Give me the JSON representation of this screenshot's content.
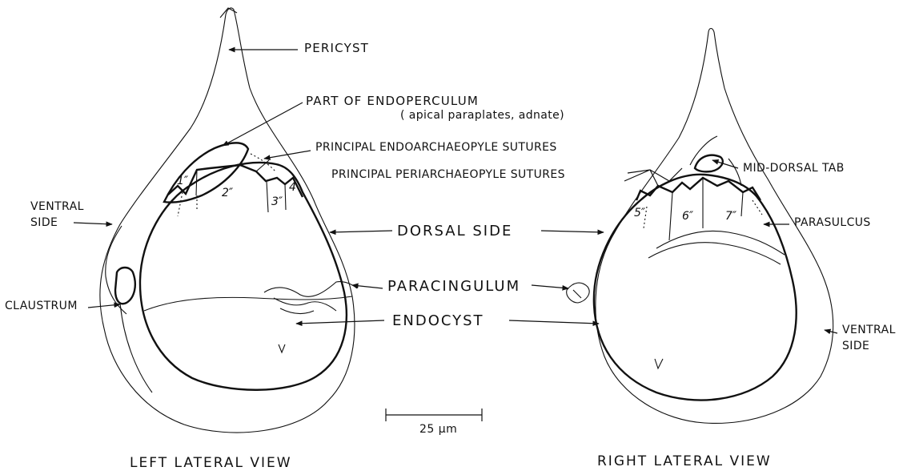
{
  "labels": {
    "pericyst": "PERICYST",
    "endoperculum": "PART OF ENDOPERCULUM",
    "endoperculum_note": "( apical paraplates, adnate)",
    "endo_sutures": "PRINCIPAL ENDOARCHAEOPYLE SUTURES",
    "peri_sutures": "PRINCIPAL PERIARCHAEOPYLE SUTURES",
    "mid_dorsal_tab": "MID-DORSAL TAB",
    "ventral_side_left": "VENTRAL SIDE",
    "ventral_side_right": "VENTRAL SIDE",
    "dorsal_side": "DORSAL SIDE",
    "parasulcus": "PARASULCUS",
    "claustrum": "CLAUSTRUM",
    "paracingulum": "PARACINGULUM",
    "endocyst": "ENDOCYST",
    "scale": "25 μm",
    "left_view": "LEFT LATERAL VIEW",
    "right_view": "RIGHT LATERAL VIEW"
  },
  "plates": {
    "p1": "1″",
    "p2": "2″",
    "p3": "3″",
    "p4": "4",
    "p5": "5″",
    "p6": "6″",
    "p7": "7″"
  }
}
